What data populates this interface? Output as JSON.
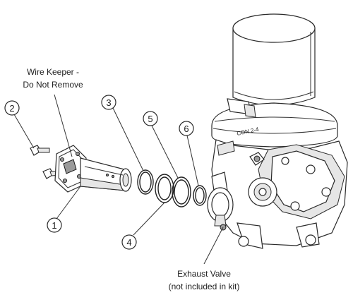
{
  "labels": {
    "wire_keeper_line1": "Wire Keeper -",
    "wire_keeper_line2": "Do Not Remove",
    "exhaust_line1": "Exhaust Valve",
    "exhaust_line2": "(not included in kit)",
    "housing_marking": "CON 2-4"
  },
  "callouts": [
    "1",
    "2",
    "3",
    "4",
    "5",
    "6"
  ]
}
